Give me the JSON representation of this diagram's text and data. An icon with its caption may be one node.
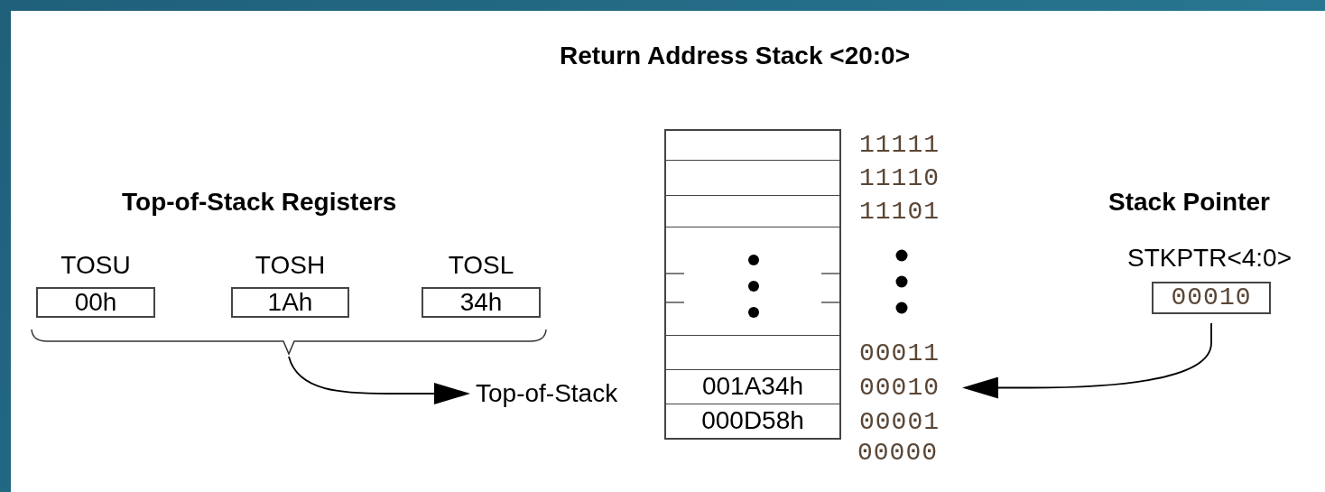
{
  "diagram": {
    "title": "Return Address Stack <20:0>",
    "nodes": [
      {
        "text": [
          "TOSU",
          "00h"
        ]
      },
      {
        "text": [
          "TOSH",
          "1Ah"
        ]
      },
      {
        "text": [
          "TOSL",
          "34h"
        ]
      },
      {
        "text": [],
        "shape": "bracket"
      },
      {
        "text": [
          "Top-of-Stack"
        ]
      },
      {
        "text": [],
        "shape": "box",
        "beside": [
          "11111"
        ]
      },
      {
        "text": [],
        "shape": "box",
        "beside": [
          "11110"
        ]
      },
      {
        "text": [],
        "shape": "box",
        "beside": [
          "11101"
        ]
      },
      {
        "text": [],
        "shape": "box"
      },
      {
        "text": [],
        "shape": "box",
        "beside": [
          "00011"
        ]
      },
      {
        "text": [
          "001A34h"
        ],
        "beside": [
          "00010"
        ]
      },
      {
        "text": [
          "000D58h"
        ],
        "beside": [
          "00001"
        ]
      },
      {
        "text": [
          "STKPTR<4:0>",
          "00010"
        ]
      }
    ],
    "edges": [
      {
        "from": 3,
        "to": 4,
        "arrow": "to"
      },
      {
        "from": 12,
        "to": 10,
        "arrow": "to"
      }
    ],
    "labels": [
      "Top-of-Stack Registers",
      "Stack Pointer",
      "00000"
    ]
  }
}
